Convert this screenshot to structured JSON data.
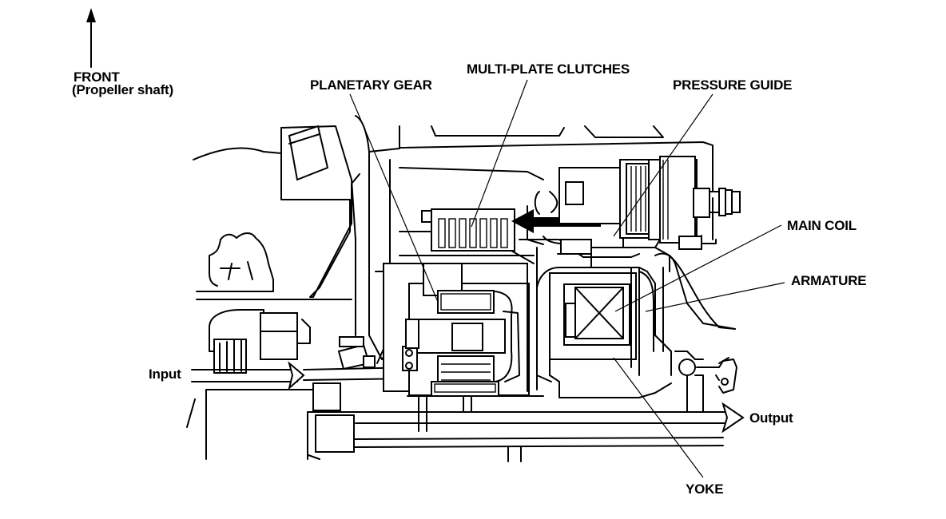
{
  "labels": {
    "front": "FRONT",
    "front_sub": "(Propeller shaft)",
    "planetary_gear": "PLANETARY GEAR",
    "multi_plate_clutches": "MULTI-PLATE CLUTCHES",
    "pressure_guide": "PRESSURE GUIDE",
    "main_coil": "MAIN COIL",
    "armature": "ARMATURE",
    "input": "Input",
    "output": "Output",
    "yoke": "YOKE"
  }
}
